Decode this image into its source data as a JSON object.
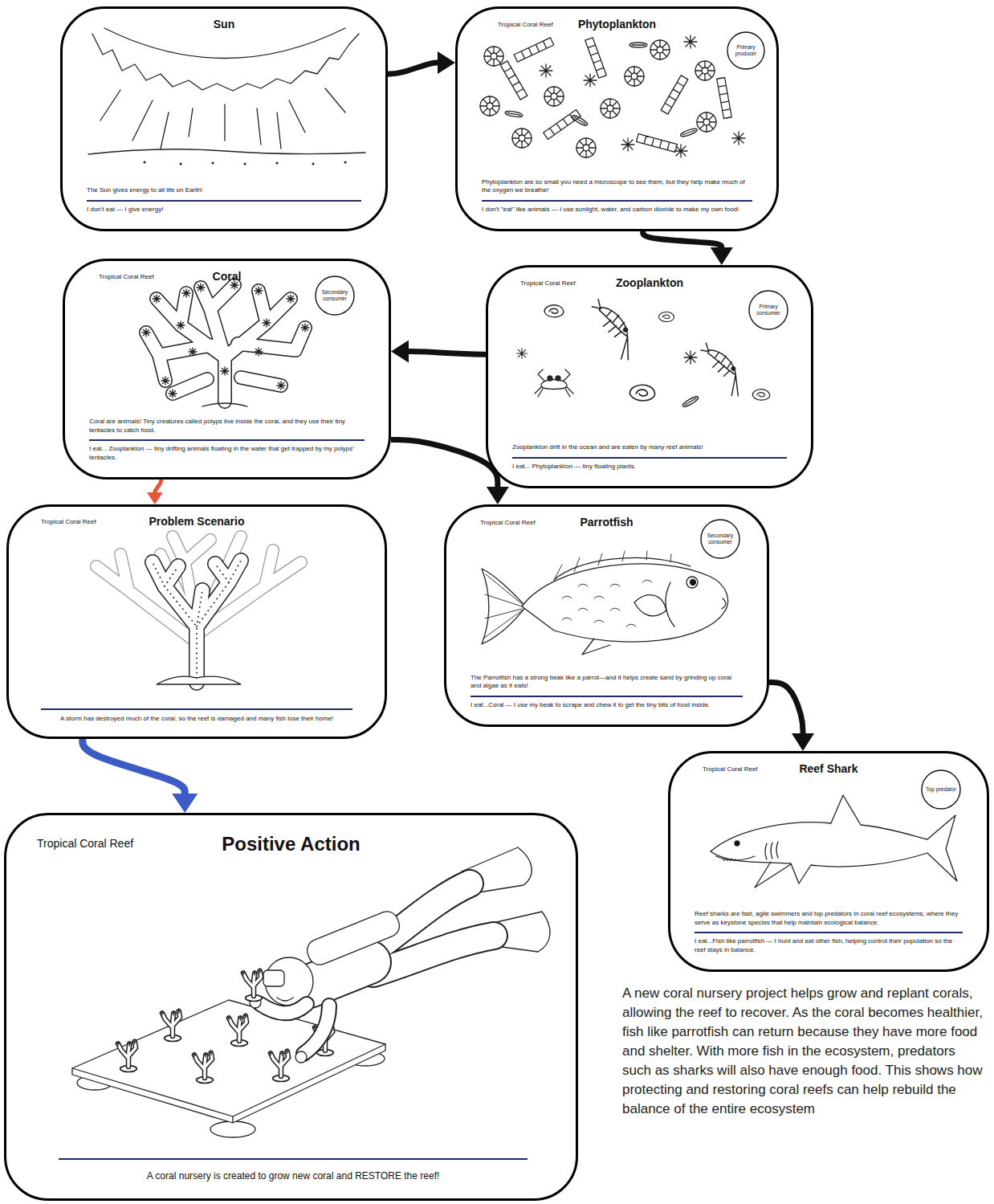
{
  "diagram": {
    "nodes": [
      {
        "text": [
          "Sun",
          "The Sun gives energy to all life on Earth!",
          "I don't eat — I give energy!"
        ]
      },
      {
        "text": [
          "Tropical Coral Reef",
          "Phytoplankton",
          "Phytoplankton are so small you need a microscope to see them, but they help make much of the oxygen we breathe!",
          "I don't \"eat\" like animals — I use sunlight, water, and carbon dioxide to make my own food!"
        ]
      },
      {
        "text": [
          "Primary producer"
        ],
        "in": 1
      },
      {
        "text": [
          "Tropical Coral Reef",
          "Coral",
          "Coral are animals! Tiny creatures called polyps live inside the coral, and they use their tiny tentacles to catch food.",
          "I eat... Zooplankton — tiny drifting animals floating in the water that get trapped by my polyps' tentacles."
        ]
      },
      {
        "text": [
          "Secondary consumer"
        ],
        "in": 3
      },
      {
        "text": [
          "Tropical Coral Reef",
          "Zooplankton",
          "Zooplankton drift in the ocean and are eaten by many reef animals!",
          "I eat... Phytoplankton — tiny floating plants."
        ]
      },
      {
        "text": [
          "Primary consumer"
        ],
        "in": 5
      },
      {
        "text": [
          "Tropical Coral Reef",
          "Problem Scenario",
          "A storm has destroyed much of the coral, so the reef is damaged and many fish lose their home!"
        ]
      },
      {
        "text": [
          "Tropical Coral Reef",
          "Parrotfish",
          "The Parrotfish has a strong beak like a parrot—and it helps create sand by grinding up coral and algae as it eats!",
          "I eat...Coral — I use my beak to scrape and chew it to get the tiny bits of food inside."
        ]
      },
      {
        "text": [
          "Secondary consumer"
        ],
        "in": 8
      },
      {
        "text": [
          "Tropical Coral Reef",
          "Reef Shark",
          "Reef sharks are fast, agile swimmers and top predators in coral reef ecosystems, where they serve as keystone species that help maintain ecological balance.",
          "I eat...Fish like parrotfish — I hunt and eat other fish, helping control their population so the reef stays in balance."
        ]
      },
      {
        "text": [
          "Top predator"
        ],
        "in": 10
      },
      {
        "text": [
          "Tropical Coral Reef",
          "Positive Action",
          "A coral nursery is created to grow new coral and RESTORE the reef!"
        ]
      }
    ],
    "edges": [
      {
        "from": 0,
        "to": 1,
        "arrow": "to"
      },
      {
        "from": 1,
        "to": 5,
        "arrow": "to"
      },
      {
        "from": 5,
        "to": 3,
        "arrow": "to"
      },
      {
        "from": 3,
        "to": 7,
        "arrow": "to"
      },
      {
        "from": 3,
        "to": 8,
        "arrow": "to"
      },
      {
        "from": 8,
        "to": 10,
        "arrow": "to"
      },
      {
        "from": 7,
        "to": 12,
        "arrow": "to"
      }
    ],
    "labels": [
      "A new coral nursery project helps grow and replant corals, allowing the reef to recover. As the coral becomes healthier, fish like parrotfish can return because they have more food and shelter. With more fish in the ecosystem, predators such as sharks will also have enough food. This shows how protecting and restoring coral reefs can help rebuild the balance of the entire ecosystem"
    ]
  }
}
